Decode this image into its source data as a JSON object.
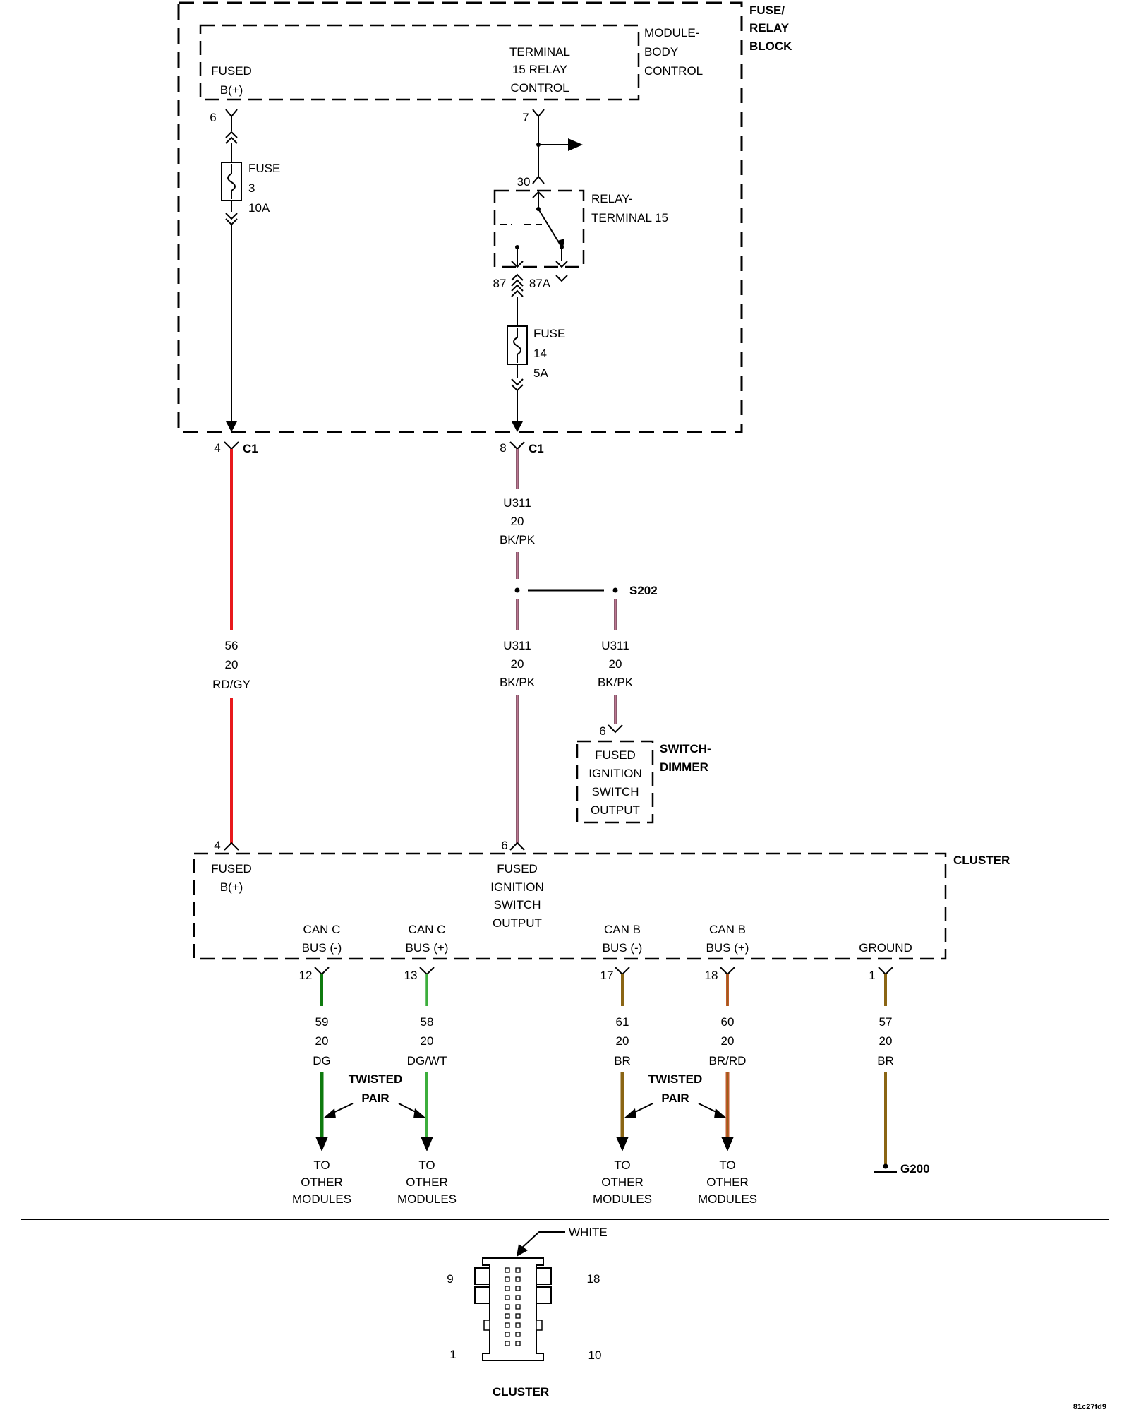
{
  "colors": {
    "red": "#e8191c",
    "bk_pk": "#8c5a6e",
    "pink": "#d98aa6",
    "dark_green": "#0e7a0e",
    "green": "#3cae3c",
    "brown": "#8a6514",
    "brown_red": "#c0582a"
  },
  "fuse_relay_block": {
    "title_line1": "FUSE/",
    "title_line2": "RELAY",
    "title_line3": "BLOCK"
  },
  "module_body_control": {
    "title_line1": "MODULE-",
    "title_line2": "BODY",
    "title_line3": "CONTROL",
    "fused_bplus_line1": "FUSED",
    "fused_bplus_line2": "B(+)",
    "terminal_line1": "TERMINAL",
    "terminal_line2": "15 RELAY",
    "terminal_line3": "CONTROL",
    "pin_fused": "6",
    "pin_terminal": "7"
  },
  "fuse3": {
    "line1": "FUSE",
    "line2": "3",
    "line3": "10A"
  },
  "relay": {
    "title_line1": "RELAY-",
    "title_line2": "TERMINAL 15",
    "pin30": "30",
    "pin87": "87",
    "pin87a": "87A"
  },
  "fuse14": {
    "line1": "FUSE",
    "line2": "14",
    "line3": "5A"
  },
  "connector_c1": {
    "pin_left": "4",
    "pin_right": "8",
    "label": "C1"
  },
  "wire_u311_top": {
    "circuit": "U311",
    "gauge": "20",
    "color": "BK/PK"
  },
  "splice": {
    "label": "S202"
  },
  "wire_56": {
    "circuit": "56",
    "gauge": "20",
    "color": "RD/GY"
  },
  "wire_u311_mid": {
    "circuit": "U311",
    "gauge": "20",
    "color": "BK/PK"
  },
  "wire_u311_right": {
    "circuit": "U311",
    "gauge": "20",
    "color": "BK/PK"
  },
  "switch_dimmer": {
    "pin": "6",
    "title_line1": "SWITCH-",
    "title_line2": "DIMMER",
    "line1": "FUSED",
    "line2": "IGNITION",
    "line3": "SWITCH",
    "line4": "OUTPUT"
  },
  "cluster": {
    "title": "CLUSTER",
    "pin_fused": "4",
    "pin_ign": "6",
    "fused_line1": "FUSED",
    "fused_line2": "B(+)",
    "ign_line1": "FUSED",
    "ign_line2": "IGNITION",
    "ign_line3": "SWITCH",
    "ign_line4": "OUTPUT",
    "canc_minus_line1": "CAN C",
    "canc_minus_line2": "BUS (-)",
    "canc_plus_line1": "CAN C",
    "canc_plus_line2": "BUS (+)",
    "canb_minus_line1": "CAN B",
    "canb_minus_line2": "BUS (-)",
    "canb_plus_line1": "CAN B",
    "canb_plus_line2": "BUS (+)",
    "ground": "GROUND"
  },
  "bottom_wires": [
    {
      "pin": "12",
      "circuit": "59",
      "gauge": "20",
      "color": "DG",
      "dest_line1": "TO",
      "dest_line2": "OTHER",
      "dest_line3": "MODULES"
    },
    {
      "pin": "13",
      "circuit": "58",
      "gauge": "20",
      "color": "DG/WT",
      "dest_line1": "TO",
      "dest_line2": "OTHER",
      "dest_line3": "MODULES"
    },
    {
      "pin": "17",
      "circuit": "61",
      "gauge": "20",
      "color": "BR",
      "dest_line1": "TO",
      "dest_line2": "OTHER",
      "dest_line3": "MODULES"
    },
    {
      "pin": "18",
      "circuit": "60",
      "gauge": "20",
      "color": "BR/RD",
      "dest_line1": "TO",
      "dest_line2": "OTHER",
      "dest_line3": "MODULES"
    },
    {
      "pin": "1",
      "circuit": "57",
      "gauge": "20",
      "color": "BR"
    }
  ],
  "twisted_pair_c": {
    "line1": "TWISTED",
    "line2": "PAIR"
  },
  "twisted_pair_b": {
    "line1": "TWISTED",
    "line2": "PAIR"
  },
  "ground_label": "G200",
  "connector_view": {
    "color_label": "WHITE",
    "pin_9": "9",
    "pin_18": "18",
    "pin_1": "1",
    "pin_10": "10",
    "title": "CLUSTER"
  },
  "diagram_id": "81c27fd9"
}
